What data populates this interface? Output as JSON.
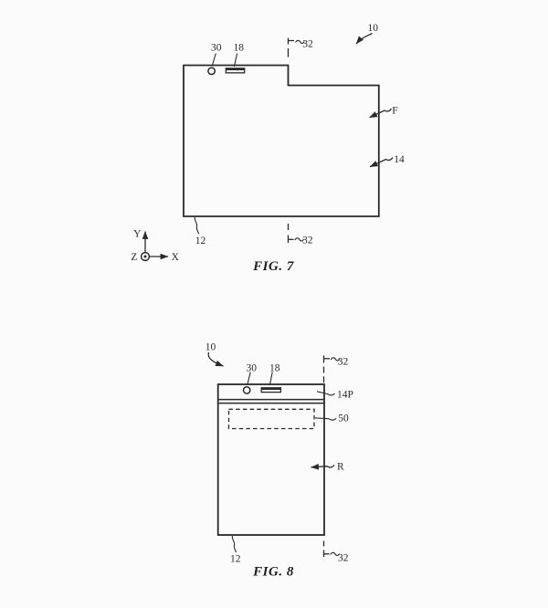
{
  "figures": {
    "fig7": {
      "caption": "FIG. 7",
      "refs": {
        "r10": "10",
        "r30": "30",
        "r18": "18",
        "r32_top": "32",
        "rF": "F",
        "r14": "14",
        "r12": "12",
        "r32_bottom": "32"
      },
      "axes": {
        "x": "X",
        "y": "Y",
        "z": "Z"
      }
    },
    "fig8": {
      "caption": "FIG. 8",
      "refs": {
        "r10": "10",
        "r30": "30",
        "r18": "18",
        "r32_top": "32",
        "r14P": "14P",
        "r50": "50",
        "rR": "R",
        "r12": "12",
        "r32_bottom": "32"
      }
    }
  },
  "colors": {
    "ink": "#2a2a2a",
    "paper": "#fbfbfb"
  }
}
